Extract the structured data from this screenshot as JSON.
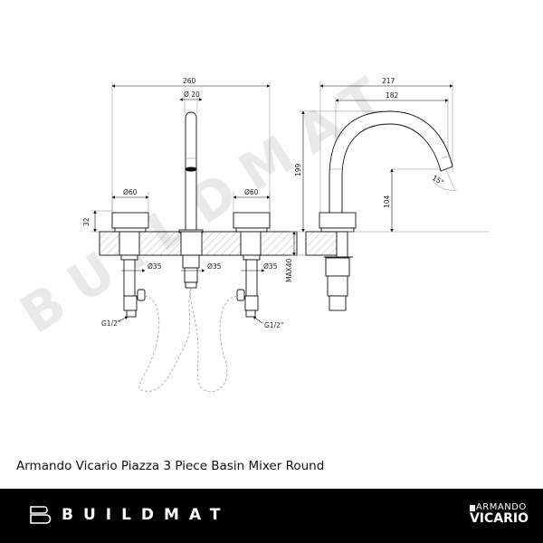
{
  "watermark": {
    "text": "BUILDMAT"
  },
  "drawing": {
    "front_view": {
      "overall_width": "260",
      "spout_diameter": "Ø 20",
      "left_handle_diameter": "Ø60",
      "right_handle_diameter": "Ø60",
      "handle_height": "32",
      "left_shank_diameter": "Ø35",
      "center_shank_diameter": "Ø35",
      "right_shank_diameter": "Ø35",
      "left_connection": "G1/2\"",
      "right_connection": "G1/2\""
    },
    "side_view": {
      "overall_reach": "217",
      "spout_reach": "182",
      "overall_height": "199",
      "outlet_height": "104",
      "outlet_angle": "15°",
      "max_deck_thickness": "MAX40"
    }
  },
  "product": {
    "title": "Armando Vicario Piazza 3 Piece Basin Mixer Round"
  },
  "footer": {
    "brand": "BUILDMAT",
    "partner_top": "ARMANDO",
    "partner_bottom": "VICARIO",
    "background": "#000000"
  }
}
